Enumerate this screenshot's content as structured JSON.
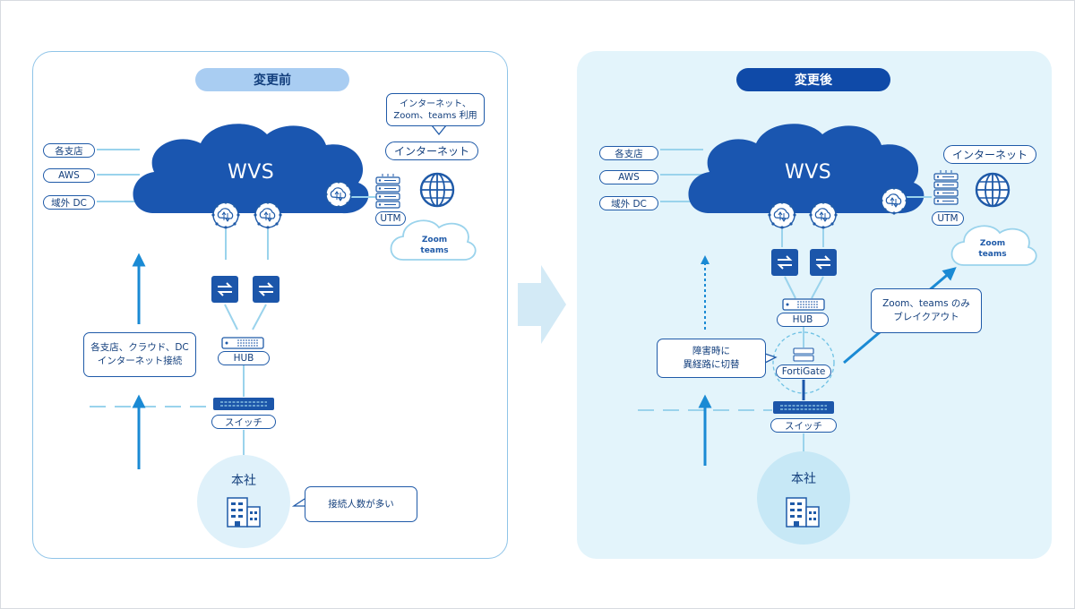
{
  "before": {
    "title": "変更前",
    "sites": [
      "各支店",
      "AWS",
      "域外 DC"
    ],
    "cloud": "WVS",
    "callout": [
      "インターネット、",
      "Zoom、teams 利用"
    ],
    "internet": "インターネット",
    "utm": "UTM",
    "zoom": [
      "Zoom",
      "teams"
    ],
    "hub": "HUB",
    "switch": "スイッチ",
    "hq": "本社",
    "note_internet": [
      "各支店、クラウド、DC",
      "インターネット接続"
    ],
    "note_users": "接続人数が多い"
  },
  "after": {
    "title": "変更後",
    "sites": [
      "各支店",
      "AWS",
      "域外 DC"
    ],
    "cloud": "WVS",
    "internet": "インターネット",
    "utm": "UTM",
    "zoom": [
      "Zoom",
      "teams"
    ],
    "hub": "HUB",
    "fortigate": "FortiGate",
    "switch": "スイッチ",
    "hq": "本社",
    "note_breakout": [
      "Zoom、teams のみ",
      "ブレイクアウト"
    ],
    "note_failover": [
      "障害時に",
      "異経路に切替"
    ]
  },
  "colors": {
    "primary": "#1f5aa8",
    "dark_navy": "#0d3d8c",
    "cloud": "#1a56b0",
    "light_line": "#9ad3ec",
    "arrow": "#1a8ad4",
    "pill_light": "#a9cdf2",
    "pill_dark": "#0f4aa8",
    "panel_after": "#e3f4fb"
  }
}
